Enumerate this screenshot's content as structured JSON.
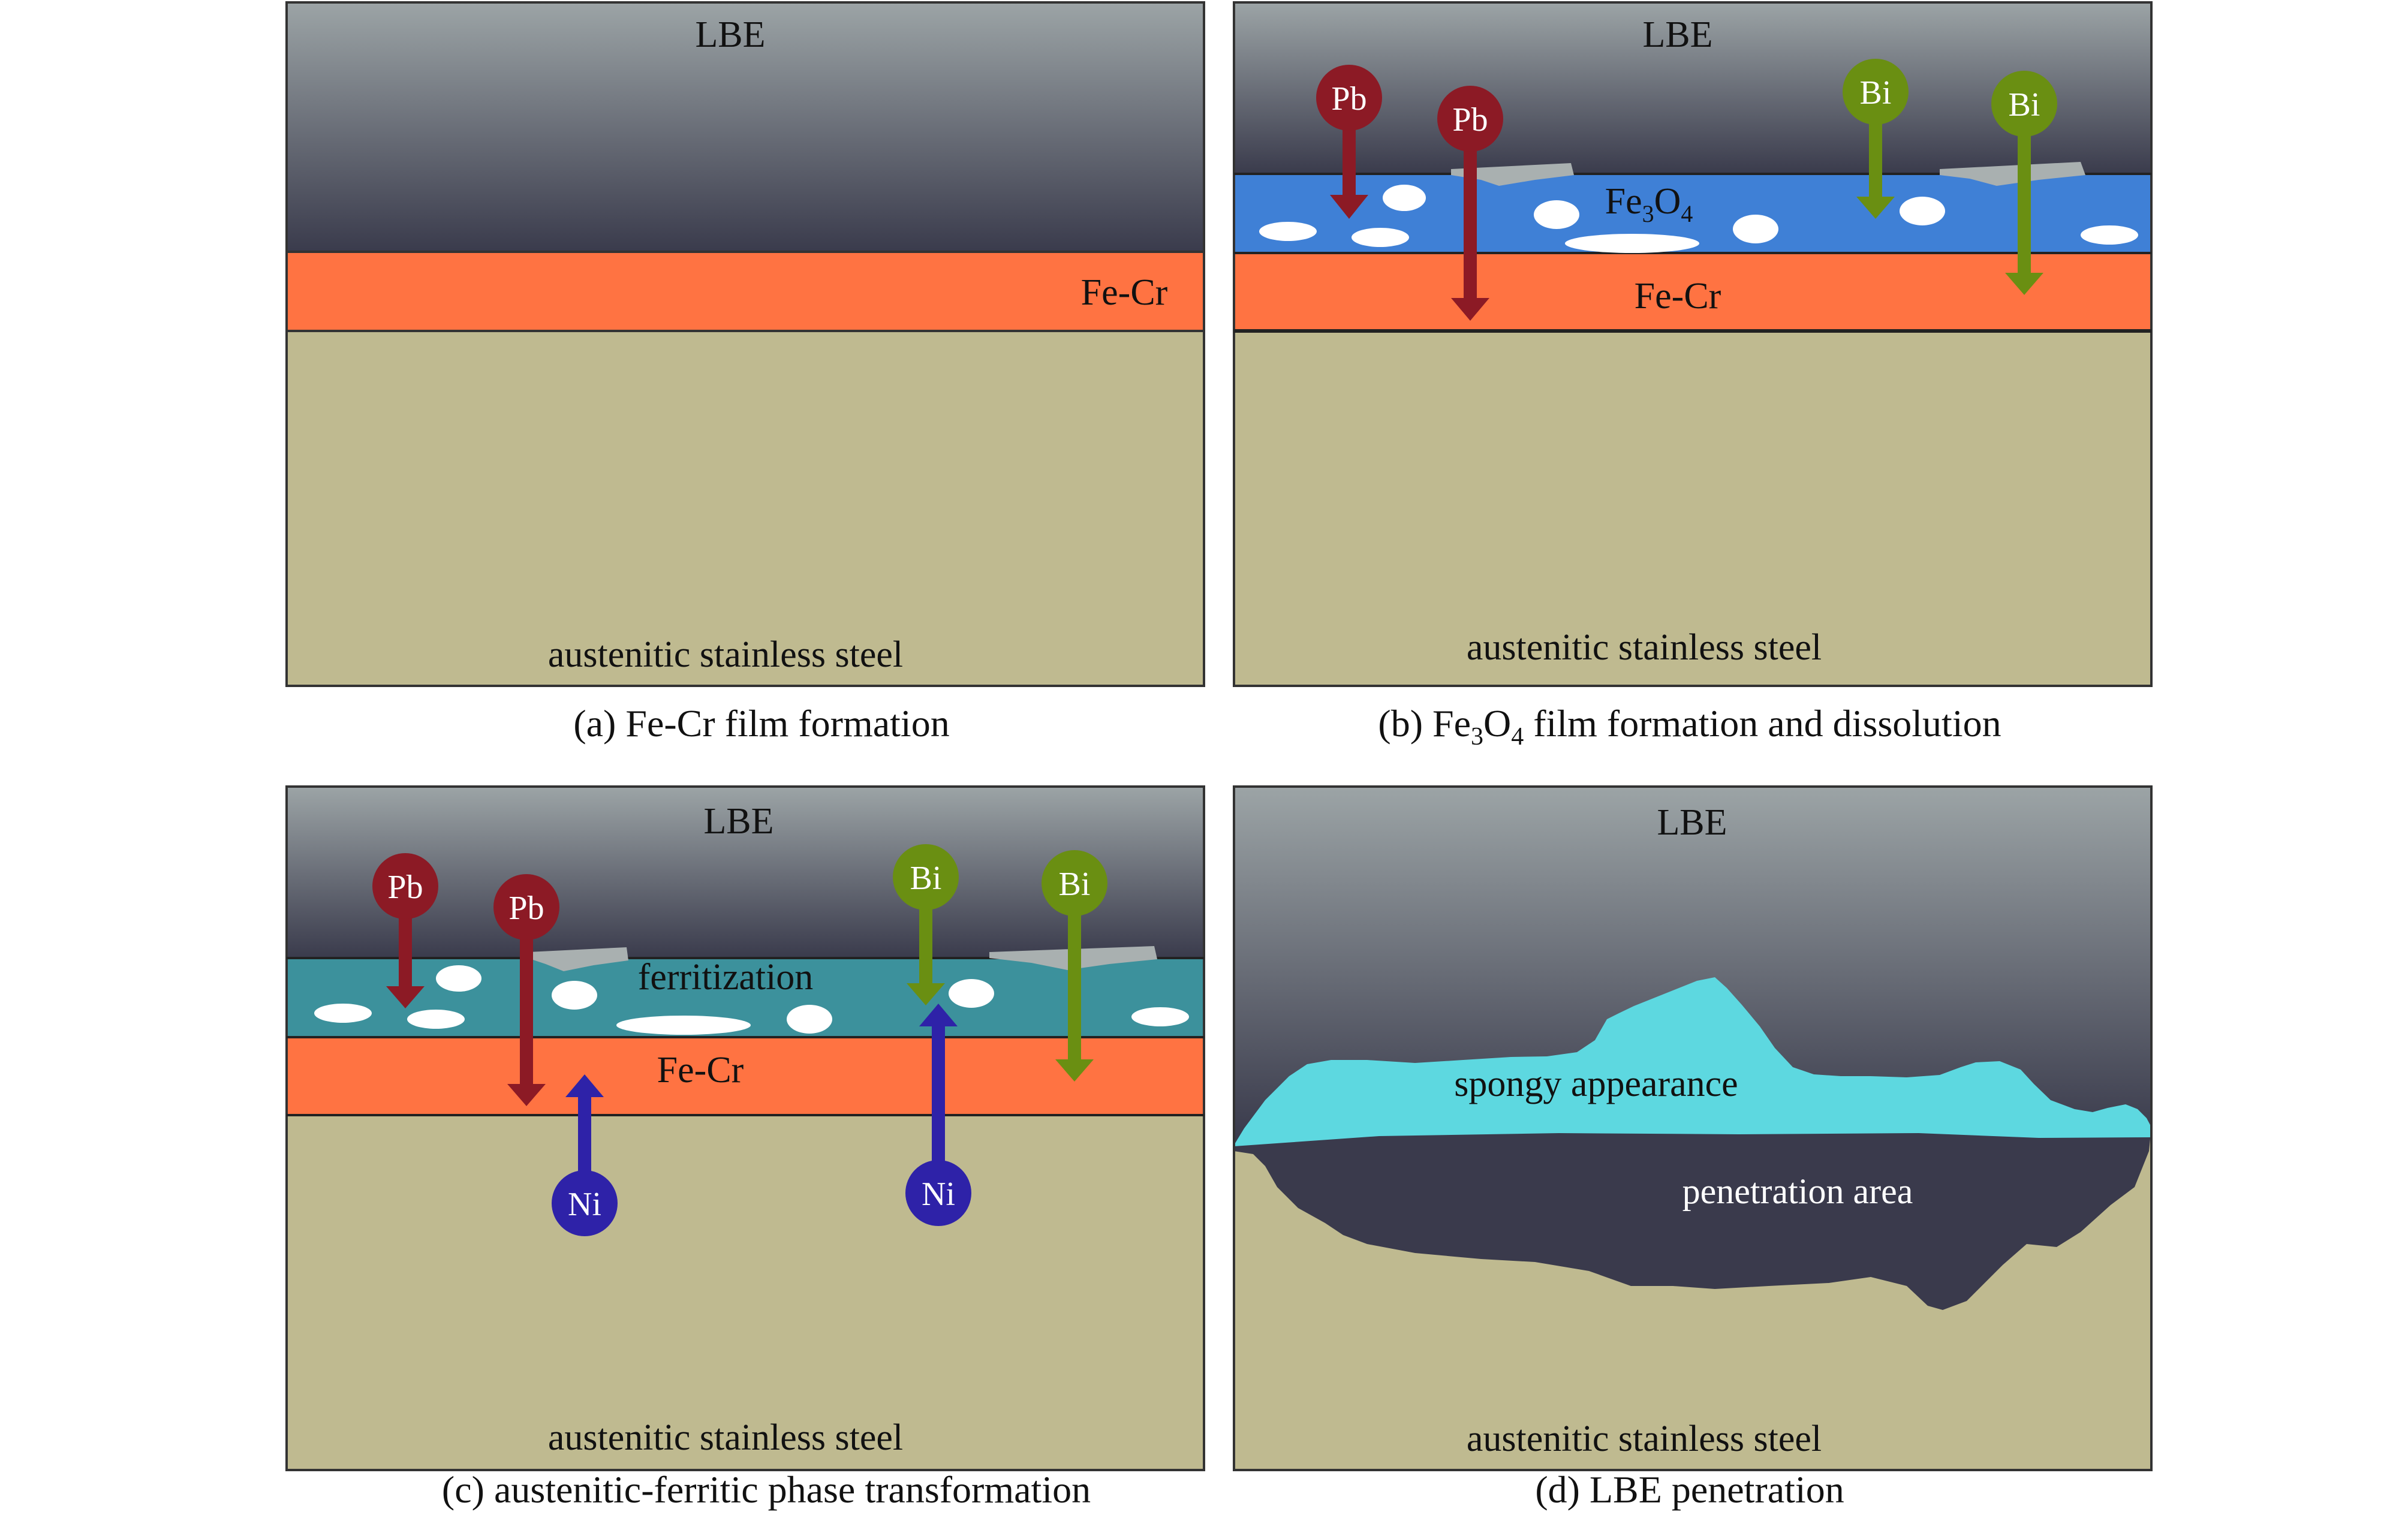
{
  "colors": {
    "lbe_top": "#9ca4a6",
    "lbe_bottom": "#3a3b4c",
    "fe_cr": "#ff7342",
    "steel": "#bfba90",
    "fe3o4": "#3f80d6",
    "ferritization": "#3c919c",
    "pb": "#8c1a25",
    "bi": "#6a8f12",
    "ni": "#2e22a8",
    "spongy": "#5dd8e0",
    "penetration": "#3a3a4c",
    "residue": "#a9b0b0"
  },
  "panels": {
    "a": {
      "lbe": "LBE",
      "fecr": "Fe-Cr",
      "steel": "austenitic stainless steel",
      "caption": "(a) Fe-Cr film formation"
    },
    "b": {
      "lbe": "LBE",
      "oxide_base": "Fe",
      "oxide_sub1": "3",
      "oxide_mid": "O",
      "oxide_sub2": "4",
      "fecr": "Fe-Cr",
      "steel": "austenitic stainless steel",
      "caption_pre": "(b) Fe",
      "caption_sub": "3",
      "caption_mid": "O",
      "caption_sub2": "4",
      "caption_post": " film formation and dissolution",
      "ions": [
        "Pb",
        "Pb",
        "Bi",
        "Bi"
      ]
    },
    "c": {
      "lbe": "LBE",
      "ferritization": "ferritization",
      "fecr": "Fe-Cr",
      "steel": "austenitic stainless steel",
      "caption": "(c) austenitic-ferritic phase transformation",
      "ions": [
        "Pb",
        "Pb",
        "Bi",
        "Bi",
        "Ni",
        "Ni"
      ]
    },
    "d": {
      "lbe": "LBE",
      "spongy": "spongy appearance",
      "penetration": "penetration area",
      "steel": "austenitic stainless steel",
      "caption": "(d) LBE penetration"
    }
  }
}
